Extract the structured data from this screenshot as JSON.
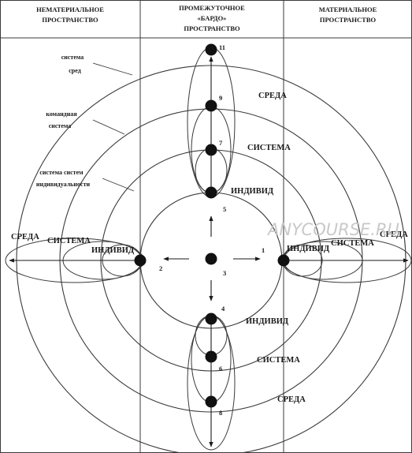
{
  "headers": {
    "left": [
      "НЕМАТЕРИАЛЬНОЕ",
      "ПРОСТРАНСТВО"
    ],
    "center": [
      "ПРОМЕЖУТОЧНОЕ",
      "«БАРДО»",
      "ПРОСТРАНСТВО"
    ],
    "right": [
      "МАТЕРИАЛЬНОЕ",
      "ПРОСТРАНСТВО"
    ]
  },
  "rings": {
    "system_of_environments": [
      "система",
      "сред"
    ],
    "command_system": [
      "командная",
      "система"
    ],
    "system_of_individuality": [
      "система систем",
      "индивидуальности"
    ]
  },
  "labels": {
    "sreda_top": "СРЕДА",
    "sistema_top": "СИСТЕМА",
    "individ_top": "ИНДИВИД",
    "sreda_left": "СРЕДА",
    "sistema_left": "СИСТЕМА",
    "individ_left": "ИНДИВИД",
    "individ_right": "ИНДИВИД",
    "sistema_right": "СИСТЕМА",
    "sreda_right": "СРЕДА",
    "individ_bottom": "ИНДИВИД",
    "sistema_bottom": "СИСТЕМА",
    "sreda_bottom": "СРЕДА"
  },
  "numbers": {
    "n1": "1",
    "n2": "2",
    "n3": "3",
    "n4": "4",
    "n5": "5",
    "n6": "6",
    "n7": "7",
    "n8": "8",
    "n9": "9",
    "n11": "11"
  },
  "watermark": "ANYCOURSE.RU",
  "colors": {
    "ink": "#1a1a1a",
    "line": "#3a3a3a",
    "watermark": "#c9c9c9"
  }
}
